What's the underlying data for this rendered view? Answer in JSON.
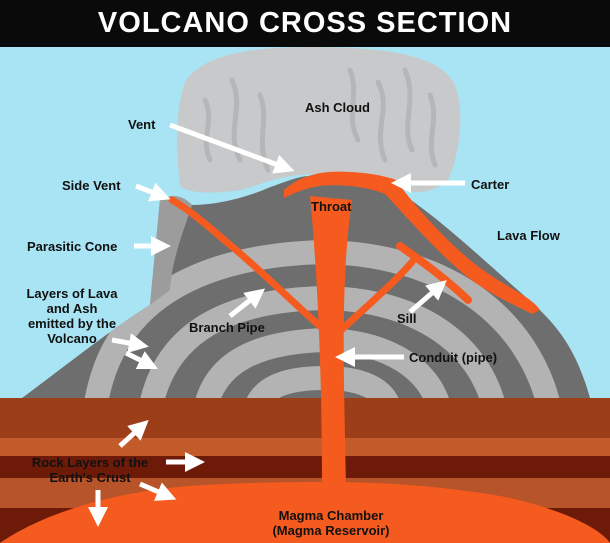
{
  "title": "VOLCANO CROSS SECTION",
  "colors": {
    "sky": "#a8e4f4",
    "cloud": "#c7c9cb",
    "mountain_dark": "#6e6e6e",
    "mountain_light": "#b3b3b3",
    "lava": "#f55b1e",
    "rock_brown": "#9c3f18",
    "rock_light": "#c25a2a",
    "rock_deep": "#6e1a08"
  },
  "labels": {
    "ash_cloud": "Ash Cloud",
    "vent": "Vent",
    "side_vent": "Side Vent",
    "carter": "Carter",
    "throat": "Throat",
    "lava_flow": "Lava Flow",
    "parasitic_cone": "Parasitic Cone",
    "layers_line1": "Layers of Lava",
    "layers_line2": "and Ash",
    "layers_line3": "emitted by the",
    "layers_line4": "Volcano",
    "branch_pipe": "Branch Pipe",
    "sill": "Sill",
    "conduit": "Conduit (pipe)",
    "rock_line1": "Rock Layers of the",
    "rock_line2": "Earth's Crust",
    "magma_line1": "Magma Chamber",
    "magma_line2": "(Magma Reservoir)"
  }
}
